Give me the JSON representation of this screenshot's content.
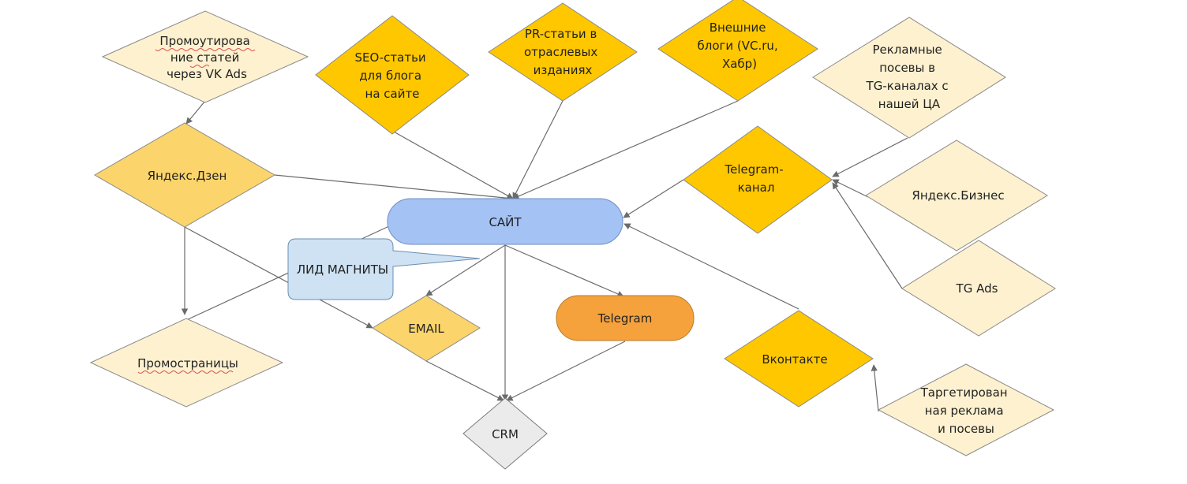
{
  "colors": {
    "diamond_gold": "#ffc700",
    "diamond_mid": "#fbd46b",
    "diamond_pale": "#fdf1cf",
    "site_blue": "#a4c2f4",
    "telegram_orange": "#f6a23c",
    "lead_magnet_blue": "#cfe2f3",
    "crm_gray": "#ebebeb",
    "edge_gray": "#6b6b6b",
    "outline_gray": "#7a7a7a"
  },
  "nodes": {
    "site": "САЙТ",
    "lead_magnets": "ЛИД МАГНИТЫ",
    "email": "EMAIL",
    "telegram_bot": "Telegram",
    "crm": "CRM",
    "vk_ads_promo": [
      "Промоутирова",
      "ние статей",
      "через VK Ads"
    ],
    "seo_articles": [
      "SEO-статьи",
      "для блога",
      "на сайте"
    ],
    "pr_articles": [
      "PR-статьи в",
      "отраслевых",
      "изданиях"
    ],
    "external_blogs": [
      "Внешние",
      "блоги (VC.ru,",
      "Хабр)"
    ],
    "tg_seeding": [
      "Рекламные",
      "посевы в",
      "TG-каналах с",
      "нашей ЦА"
    ],
    "yandex_zen": "Яндекс.Дзен",
    "telegram_channel": [
      "Telegram-",
      "канал"
    ],
    "yandex_business": "Яндекс.Бизнес",
    "tg_ads": "TG Ads",
    "promo_pages": "Промостраницы",
    "vkontakte": "Вконтакте",
    "targeted_ads": [
      "Таргетирован",
      "ная реклама",
      "и посевы"
    ]
  }
}
